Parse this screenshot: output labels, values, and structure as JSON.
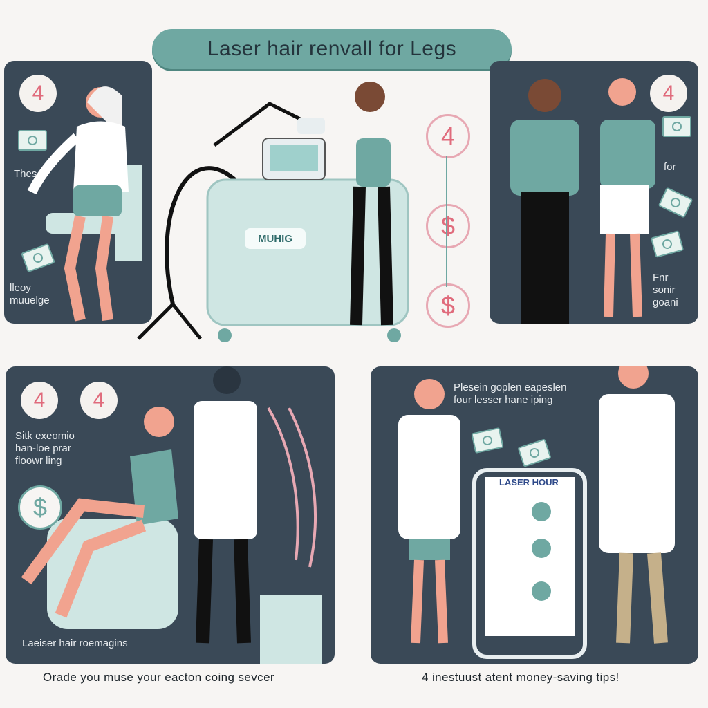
{
  "header": {
    "title": "Laser hair renvall for Legs"
  },
  "panels": {
    "top_left": {
      "bubble": "4",
      "text1": "Thes",
      "text2": "lleoy\nmuuelge"
    },
    "top_center": {
      "machine_label": "MUHIG"
    },
    "center_badges": [
      "4",
      "$",
      "$"
    ],
    "top_right": {
      "bubble": "4",
      "text1": "for",
      "text2": "Fnr\nsonir\ngoani"
    },
    "bottom_left": {
      "bubbles": [
        "4",
        "4"
      ],
      "text1": "Sitk exeomio\nhan-loe prar\nfloowr ling",
      "badge": "$",
      "footer_label": "Laeiser hair roemagins"
    },
    "bottom_right": {
      "text1": "Plesein goplen eapeslen\nfour lesser hane iping",
      "board_label": "LASER HOUR"
    }
  },
  "captions": {
    "left": "Orade you muse your eacton coing sevcer",
    "right": "4 inestuust atent money-saving tips!"
  },
  "colors": {
    "panel": "#3a4957",
    "accent_teal": "#6fa8a2",
    "accent_pink": "#e06b7c",
    "background": "#f7f5f3"
  }
}
